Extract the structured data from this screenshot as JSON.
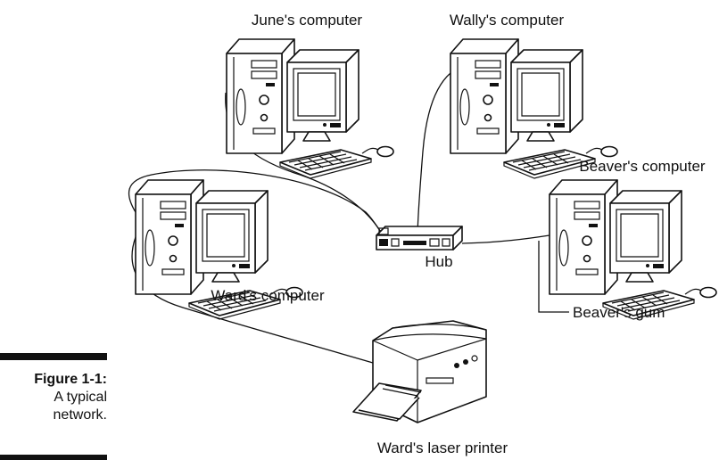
{
  "labels": {
    "june": "June's computer",
    "wally": "Wally's computer",
    "beaver": "Beaver's computer",
    "ward": "Ward's computer",
    "hub": "Hub",
    "gum": "Beaver's gum",
    "printer": "Ward's laser printer"
  },
  "caption": {
    "number": "Figure 1-1:",
    "line1": "A typical",
    "line2": "network."
  },
  "icons": {
    "computer": "desktop-computer-icon",
    "hub": "network-hub-icon",
    "printer": "inkjet-printer-icon"
  },
  "colors": {
    "ink": "#111111",
    "background": "#ffffff"
  }
}
